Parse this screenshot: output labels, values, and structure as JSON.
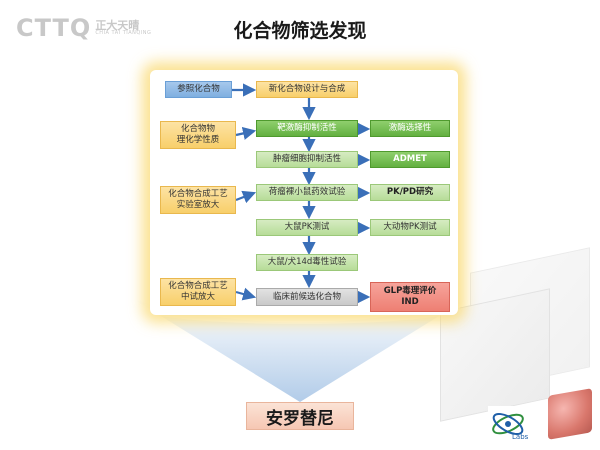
{
  "logo": {
    "letters": "CTTQ",
    "cn": "正大天晴",
    "en": "CHIA TAI TIANQING"
  },
  "title": "化合物筛选发现",
  "left_boxes": [
    "参照化合物",
    "化合物物\n理化学性质",
    "化合物合成工艺\n实验室放大",
    "化合物合成工艺\n中试放大"
  ],
  "center_boxes": [
    "新化合物设计与合成",
    "靶激酶抑制活性",
    "肿瘤细胞抑制活性",
    "荷瘤裸小鼠药效试验",
    "大鼠PK测试",
    "大鼠/犬14d毒性试验",
    "临床前候选化合物"
  ],
  "right_boxes": [
    "激酶选择性",
    "ADMET",
    "PK/PD研究",
    "大动物PK测试",
    "GLP毒理评价\nIND"
  ],
  "product_name": "安罗替尼",
  "labs_logo_text": "Labs",
  "colors": {
    "blue": "#7fafe0",
    "orange": "#f8cf6a",
    "green": "#63b040",
    "light_green": "#b7dc98",
    "grey": "#c9c9c9",
    "red": "#ee7f73",
    "arrow": "#3a6fb8",
    "glow": "#fad86e"
  }
}
